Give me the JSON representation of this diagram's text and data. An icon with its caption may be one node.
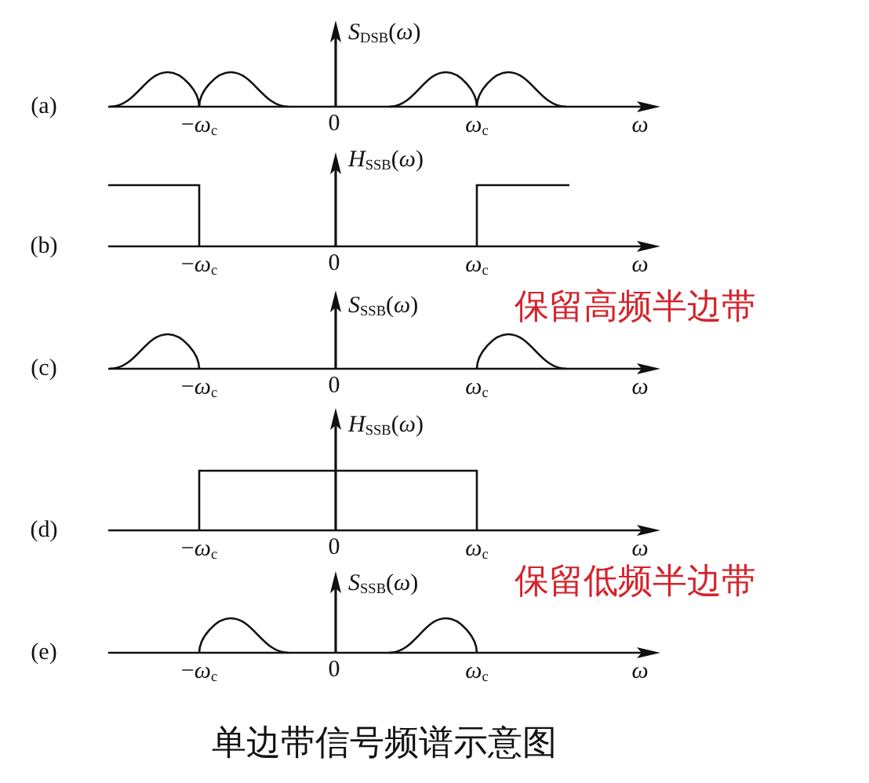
{
  "diagram": {
    "caption": "单边带信号频谱示意图",
    "labels": [
      "*S*$_{DSB}$(*ω*)",
      "(a)",
      "−*ω*$_{c}$",
      "0",
      "*ω*$_{c}$",
      "*ω*",
      "*H*$_{SSB}$(*ω*)",
      "(b)",
      "−*ω*$_{c}$",
      "0",
      "*ω*$_{c}$",
      "*ω*",
      "*S*$_{SSB}$(*ω*)",
      "保留高频半边带",
      "(c)",
      "−*ω*$_{c}$",
      "0",
      "*ω*$_{c}$",
      "*ω*",
      "*H*$_{SSB}$(*ω*)",
      "(d)",
      "−*ω*$_{c}$",
      "0",
      "*ω*$_{c}$",
      "*ω*",
      "*S*$_{SSB}$(*ω*)",
      "保留低频半边带",
      "(e)",
      "−*ω*$_{c}$",
      "0",
      "*ω*$_{c}$",
      "*ω*"
    ]
  }
}
